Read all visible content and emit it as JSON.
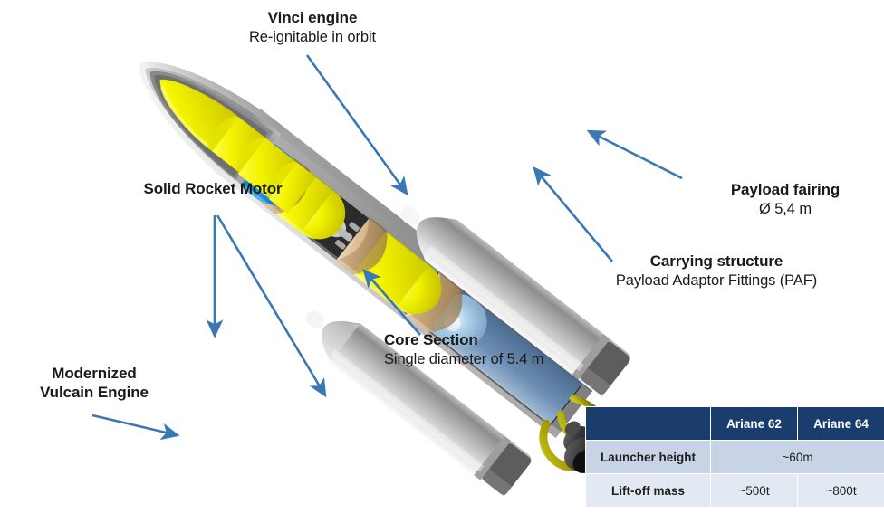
{
  "diagram": {
    "subject": "Ariane 6 launcher cutaway",
    "accent_color": "#3a78b5",
    "table_header_color": "#1b3d6d"
  },
  "callouts": [
    {
      "key": "vinci",
      "title": "Vinci engine",
      "subtitle": "Re-ignitable in orbit"
    },
    {
      "key": "solid_rocket_motor",
      "title": "Solid Rocket Motor",
      "subtitle": ""
    },
    {
      "key": "vulcain",
      "title_line1": "Modernized",
      "title_line2": "Vulcain Engine"
    },
    {
      "key": "core_section",
      "title": "Core Section",
      "subtitle": "Single diameter of 5.4 m"
    },
    {
      "key": "payload_fairing",
      "title": "Payload fairing",
      "subtitle": "Ø 5,4 m"
    },
    {
      "key": "carrying_structure",
      "title": "Carrying structure",
      "subtitle": "Payload Adaptor Fittings (PAF)"
    }
  ],
  "table": {
    "header": [
      "",
      "Ariane 62",
      "Ariane 64"
    ],
    "rows": [
      {
        "label": "Launcher height",
        "ariane62": "~60m",
        "ariane64": "~60m",
        "merged": true,
        "merged_value": "~60m"
      },
      {
        "label": "Lift-off mass",
        "ariane62": "~500t",
        "ariane64": "~800t",
        "merged": false
      }
    ]
  }
}
